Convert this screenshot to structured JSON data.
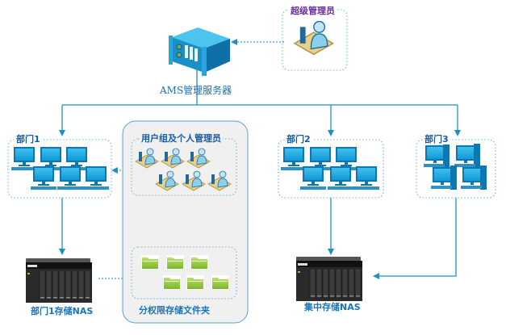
{
  "server": {
    "label": "AMS管理服务器",
    "icon": "server-icon"
  },
  "super_admin": {
    "label": "超级管理员",
    "icon": "admin-workstation-icon"
  },
  "departments": [
    {
      "label": "部门1",
      "pcs": 6,
      "pc_type": "monitor"
    },
    {
      "label": "部门2",
      "pcs": 6,
      "pc_type": "monitor"
    },
    {
      "label": "部门3",
      "pcs": 4,
      "pc_type": "desktop-tower"
    }
  ],
  "admin_group": {
    "label": "用户组及个人管理员",
    "count": 6,
    "icon": "user-admin-icon"
  },
  "folders": {
    "label": "分权限存储文件夹",
    "count": 6,
    "icon": "folder-icon"
  },
  "nas": [
    {
      "label": "部门1存储NAS",
      "icon": "nas-icon"
    },
    {
      "label": "集中存储NAS",
      "icon": "nas-icon"
    }
  ],
  "colors": {
    "line": "#1b8fc6",
    "dotted": "#3aa3d6",
    "panel_bg": "#f0f0f0",
    "panel_border": "#5aa0c8",
    "monitor": "#1fa8e0",
    "folder": "#8cc63f",
    "label_blue": "#1b74b8",
    "label_purple": "#6a2a9a"
  }
}
